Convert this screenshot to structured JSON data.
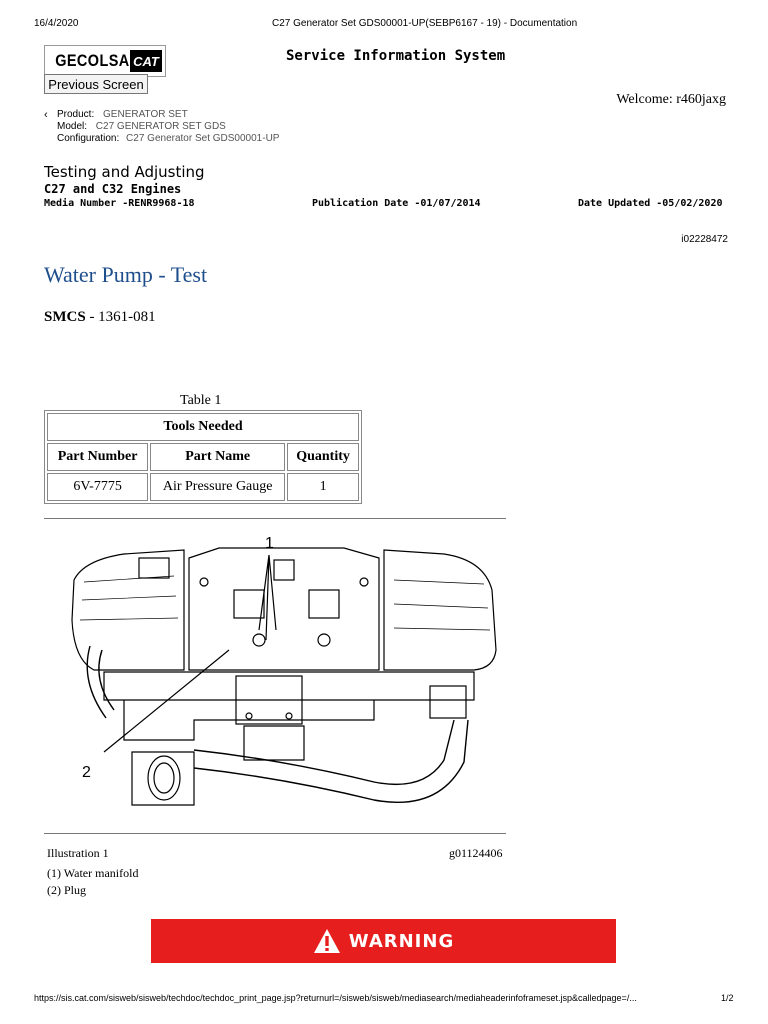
{
  "browser_header": {
    "date": "16/4/2020",
    "doc_title": "C27 Generator Set GDS00001-UP(SEBP6167 - 19) - Documentation"
  },
  "branding": {
    "logo_text": "GECOLSA",
    "logo_badge": "CAT",
    "system_title": "Service Information System"
  },
  "nav": {
    "previous_screen": "Previous Screen",
    "welcome": "Welcome: r460jaxg"
  },
  "product_info": {
    "product_label": "Product:",
    "product_value": "GENERATOR SET",
    "model_label": "Model:",
    "model_value": "C27 GENERATOR SET GDS",
    "config_label": "Configuration:",
    "config_value": "C27 Generator Set GDS00001-UP"
  },
  "document": {
    "section": "Testing and Adjusting",
    "engines": "C27 and C32 Engines",
    "media_number": "Media Number -RENR9968-18",
    "publication_date": "Publication Date -01/07/2014",
    "date_updated": "Date Updated -05/02/2020",
    "doc_id": "i02228472",
    "title": "Water Pump - Test",
    "smcs_label": "SMCS",
    "smcs_value": " - 1361-081"
  },
  "tools_table": {
    "caption": "Table 1",
    "heading": "Tools Needed",
    "columns": [
      "Part Number",
      "Part Name",
      "Quantity"
    ],
    "rows": [
      [
        "6V-7775",
        "Air Pressure Gauge",
        "1"
      ]
    ]
  },
  "illustration": {
    "callout_1": "1",
    "callout_2": "2",
    "caption": "Illustration 1",
    "graphic_id": "g01124406",
    "legend": [
      "(1) Water manifold",
      "(2) Plug"
    ]
  },
  "warning": {
    "label": "WARNING"
  },
  "footer": {
    "url": "https://sis.cat.com/sisweb/sisweb/techdoc/techdoc_print_page.jsp?returnurl=/sisweb/sisweb/mediasearch/mediaheaderinfoframeset.jsp&calledpage=/...",
    "page": "1/2"
  },
  "colors": {
    "title_blue": "#1f4e8c",
    "warning_red": "#e61e1e"
  }
}
